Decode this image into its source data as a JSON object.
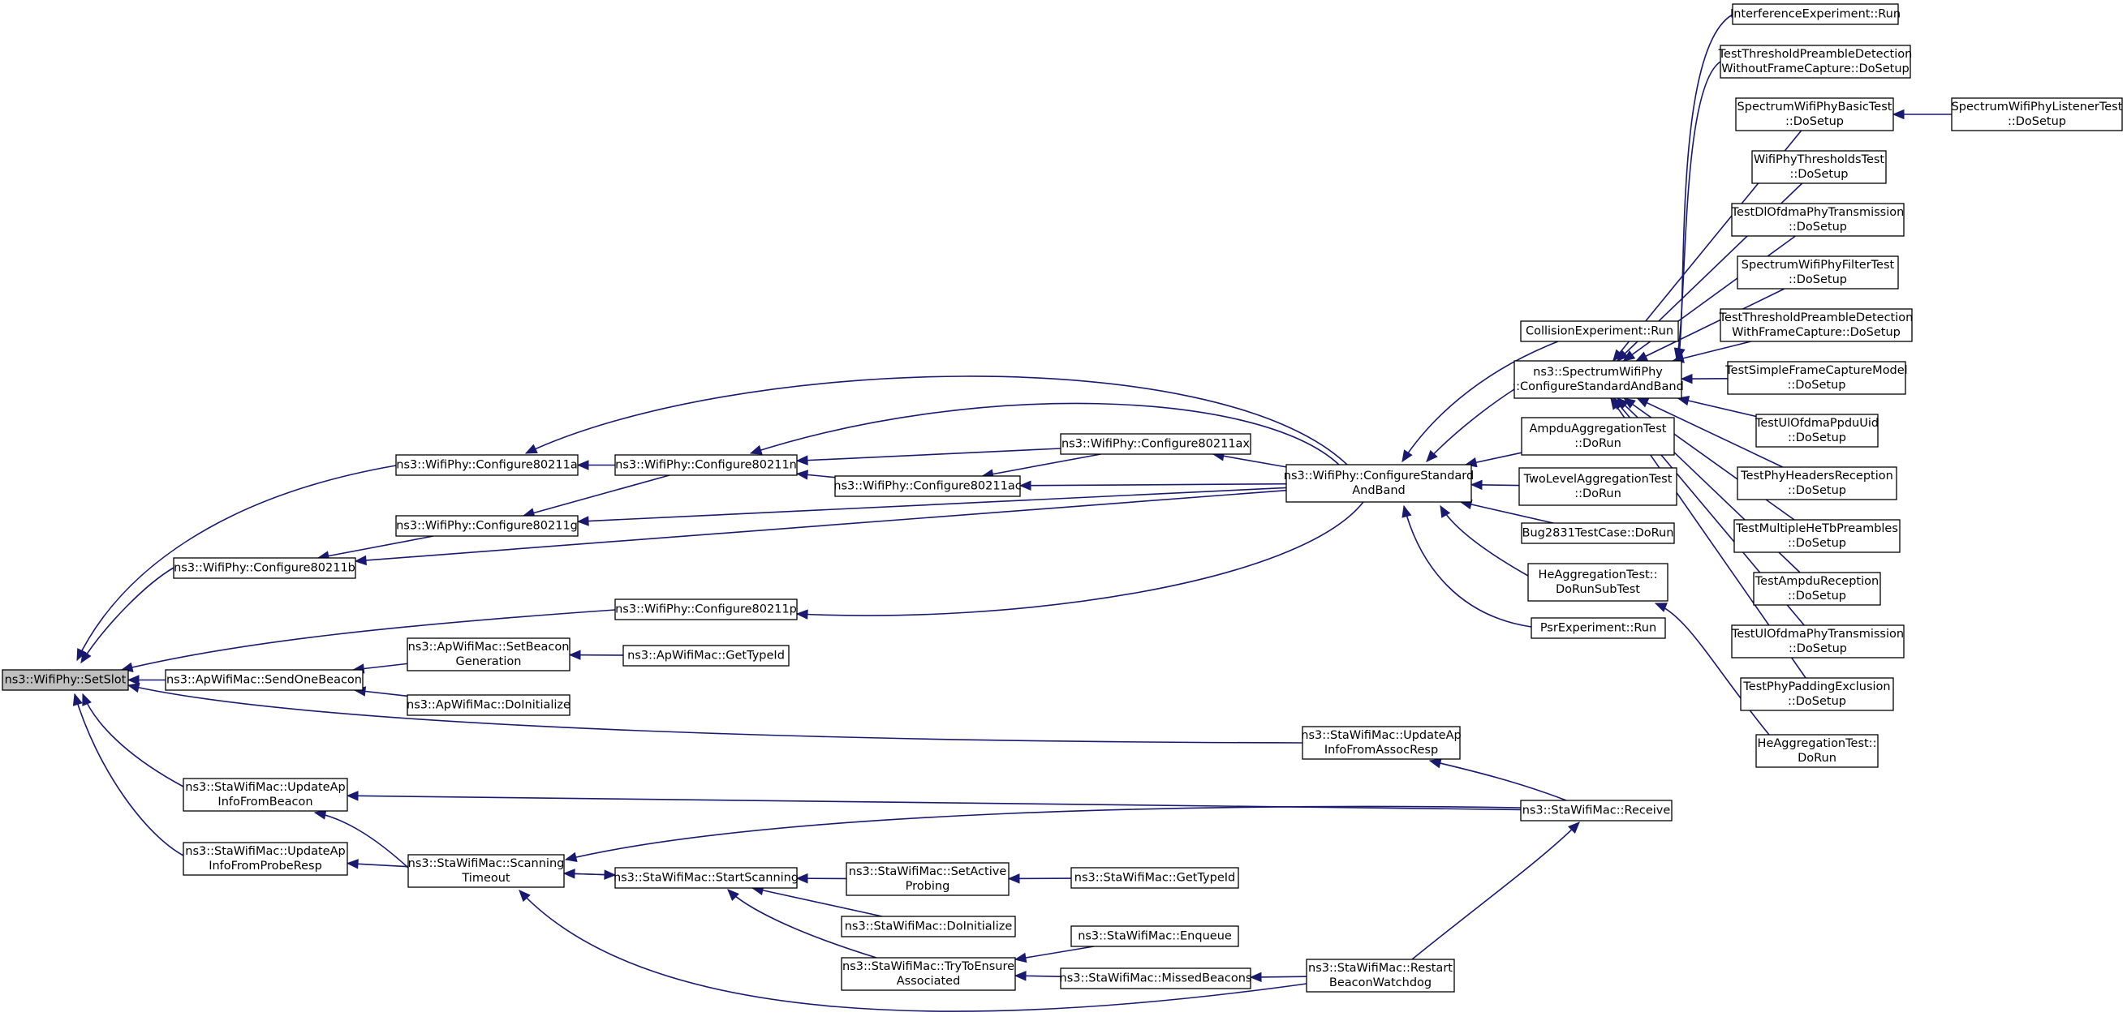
{
  "colors": {
    "edge": "#191970",
    "root_fill": "#bfbfbf",
    "node_fill": "#ffffff",
    "border": "#000000"
  },
  "nodes": [
    {
      "id": "setslot",
      "lines": [
        "ns3::WifiPhy::SetSlot"
      ],
      "root": true
    },
    {
      "id": "cfg_a",
      "lines": [
        "ns3::WifiPhy::Configure80211a"
      ]
    },
    {
      "id": "cfg_n",
      "lines": [
        "ns3::WifiPhy::Configure80211n"
      ]
    },
    {
      "id": "cfg_ax",
      "lines": [
        "ns3::WifiPhy::Configure80211ax"
      ]
    },
    {
      "id": "cfg_ac",
      "lines": [
        "ns3::WifiPhy::Configure80211ac"
      ]
    },
    {
      "id": "cfg_g",
      "lines": [
        "ns3::WifiPhy::Configure80211g"
      ]
    },
    {
      "id": "cfg_b",
      "lines": [
        "ns3::WifiPhy::Configure80211b"
      ]
    },
    {
      "id": "cfg_p",
      "lines": [
        "ns3::WifiPhy::Configure80211p"
      ]
    },
    {
      "id": "cfg_std",
      "lines": [
        "ns3::WifiPhy::ConfigureStandard",
        "AndBand"
      ]
    },
    {
      "id": "collision",
      "lines": [
        "CollisionExperiment::Run"
      ]
    },
    {
      "id": "spec_cfg",
      "lines": [
        "ns3::SpectrumWifiPhy",
        "::ConfigureStandardAndBand"
      ]
    },
    {
      "id": "ampdu_agg",
      "lines": [
        "AmpduAggregationTest",
        "::DoRun"
      ]
    },
    {
      "id": "two_level",
      "lines": [
        "TwoLevelAggregationTest",
        "::DoRun"
      ]
    },
    {
      "id": "bug2831",
      "lines": [
        "Bug2831TestCase::DoRun"
      ]
    },
    {
      "id": "he_sub",
      "lines": [
        "HeAggregationTest::",
        "DoRunSubTest"
      ]
    },
    {
      "id": "psr",
      "lines": [
        "PsrExperiment::Run"
      ]
    },
    {
      "id": "interf",
      "lines": [
        "InterferenceExperiment::Run"
      ]
    },
    {
      "id": "ttpd_wo",
      "lines": [
        "TestThresholdPreambleDetection",
        "WithoutFrameCapture::DoSetup"
      ]
    },
    {
      "id": "swpbt",
      "lines": [
        "SpectrumWifiPhyBasicTest",
        "::DoSetup"
      ]
    },
    {
      "id": "swplt",
      "lines": [
        "SpectrumWifiPhyListenerTest",
        "::DoSetup"
      ]
    },
    {
      "id": "wpth",
      "lines": [
        "WifiPhyThresholdsTest",
        "::DoSetup"
      ]
    },
    {
      "id": "tdlofdma",
      "lines": [
        "TestDlOfdmaPhyTransmission",
        "::DoSetup"
      ]
    },
    {
      "id": "swpft",
      "lines": [
        "SpectrumWifiPhyFilterTest",
        "::DoSetup"
      ]
    },
    {
      "id": "ttpd_w",
      "lines": [
        "TestThresholdPreambleDetection",
        "WithFrameCapture::DoSetup"
      ]
    },
    {
      "id": "tsfcm",
      "lines": [
        "TestSimpleFrameCaptureModel",
        "::DoSetup"
      ]
    },
    {
      "id": "tulppdu",
      "lines": [
        "TestUlOfdmaPpduUid",
        "::DoSetup"
      ]
    },
    {
      "id": "tphr",
      "lines": [
        "TestPhyHeadersReception",
        "::DoSetup"
      ]
    },
    {
      "id": "tmhtb",
      "lines": [
        "TestMultipleHeTbPreambles",
        "::DoSetup"
      ]
    },
    {
      "id": "tampdu",
      "lines": [
        "TestAmpduReception",
        "::DoSetup"
      ]
    },
    {
      "id": "tulofdma",
      "lines": [
        "TestUlOfdmaPhyTransmission",
        "::DoSetup"
      ]
    },
    {
      "id": "tppe",
      "lines": [
        "TestPhyPaddingExclusion",
        "::DoSetup"
      ]
    },
    {
      "id": "he_run",
      "lines": [
        "HeAggregationTest::",
        "DoRun"
      ]
    },
    {
      "id": "send_beacon",
      "lines": [
        "ns3::ApWifiMac::SendOneBeacon"
      ]
    },
    {
      "id": "set_beacon",
      "lines": [
        "ns3::ApWifiMac::SetBeacon",
        "Generation"
      ]
    },
    {
      "id": "ap_typeid",
      "lines": [
        "ns3::ApWifiMac::GetTypeId"
      ]
    },
    {
      "id": "ap_doinit",
      "lines": [
        "ns3::ApWifiMac::DoInitialize"
      ]
    },
    {
      "id": "upd_assoc",
      "lines": [
        "ns3::StaWifiMac::UpdateAp",
        "InfoFromAssocResp"
      ]
    },
    {
      "id": "upd_beacon",
      "lines": [
        "ns3::StaWifiMac::UpdateAp",
        "InfoFromBeacon"
      ]
    },
    {
      "id": "upd_probe",
      "lines": [
        "ns3::StaWifiMac::UpdateAp",
        "InfoFromProbeResp"
      ]
    },
    {
      "id": "receive",
      "lines": [
        "ns3::StaWifiMac::Receive"
      ]
    },
    {
      "id": "scan_to",
      "lines": [
        "ns3::StaWifiMac::Scanning",
        "Timeout"
      ]
    },
    {
      "id": "start_scan",
      "lines": [
        "ns3::StaWifiMac::StartScanning"
      ]
    },
    {
      "id": "set_active",
      "lines": [
        "ns3::StaWifiMac::SetActive",
        "Probing"
      ]
    },
    {
      "id": "sta_typeid",
      "lines": [
        "ns3::StaWifiMac::GetTypeId"
      ]
    },
    {
      "id": "sta_doinit",
      "lines": [
        "ns3::StaWifiMac::DoInitialize"
      ]
    },
    {
      "id": "try_assoc",
      "lines": [
        "ns3::StaWifiMac::TryToEnsure",
        "Associated"
      ]
    },
    {
      "id": "enqueue",
      "lines": [
        "ns3::StaWifiMac::Enqueue"
      ]
    },
    {
      "id": "missed",
      "lines": [
        "ns3::StaWifiMac::MissedBeacons"
      ]
    },
    {
      "id": "restart",
      "lines": [
        "ns3::StaWifiMac::Restart",
        "BeaconWatchdog"
      ]
    }
  ],
  "edges": [
    {
      "from": "cfg_a",
      "to": "setslot"
    },
    {
      "from": "cfg_b",
      "to": "setslot"
    },
    {
      "from": "cfg_p",
      "to": "setslot"
    },
    {
      "from": "send_beacon",
      "to": "setslot"
    },
    {
      "from": "upd_assoc",
      "to": "setslot"
    },
    {
      "from": "upd_beacon",
      "to": "setslot"
    },
    {
      "from": "upd_probe",
      "to": "setslot"
    },
    {
      "from": "cfg_n",
      "to": "cfg_a"
    },
    {
      "from": "cfg_std",
      "to": "cfg_a"
    },
    {
      "from": "cfg_g",
      "to": "cfg_b"
    },
    {
      "from": "cfg_std",
      "to": "cfg_b"
    },
    {
      "from": "cfg_n",
      "to": "cfg_g"
    },
    {
      "from": "cfg_std",
      "to": "cfg_g"
    },
    {
      "from": "cfg_std",
      "to": "cfg_p"
    },
    {
      "from": "cfg_ax",
      "to": "cfg_n"
    },
    {
      "from": "cfg_ac",
      "to": "cfg_n"
    },
    {
      "from": "cfg_std",
      "to": "cfg_n"
    },
    {
      "from": "cfg_ax",
      "to": "cfg_ac"
    },
    {
      "from": "cfg_std",
      "to": "cfg_ac"
    },
    {
      "from": "cfg_std",
      "to": "cfg_ax"
    },
    {
      "from": "collision",
      "to": "cfg_std"
    },
    {
      "from": "spec_cfg",
      "to": "cfg_std"
    },
    {
      "from": "ampdu_agg",
      "to": "cfg_std"
    },
    {
      "from": "two_level",
      "to": "cfg_std"
    },
    {
      "from": "bug2831",
      "to": "cfg_std"
    },
    {
      "from": "he_sub",
      "to": "cfg_std"
    },
    {
      "from": "psr",
      "to": "cfg_std"
    },
    {
      "from": "interf",
      "to": "spec_cfg"
    },
    {
      "from": "ttpd_wo",
      "to": "spec_cfg"
    },
    {
      "from": "swpbt",
      "to": "spec_cfg"
    },
    {
      "from": "wpth",
      "to": "spec_cfg"
    },
    {
      "from": "tdlofdma",
      "to": "spec_cfg"
    },
    {
      "from": "swpft",
      "to": "spec_cfg"
    },
    {
      "from": "ttpd_w",
      "to": "spec_cfg"
    },
    {
      "from": "tsfcm",
      "to": "spec_cfg"
    },
    {
      "from": "tulppdu",
      "to": "spec_cfg"
    },
    {
      "from": "tphr",
      "to": "spec_cfg"
    },
    {
      "from": "tmhtb",
      "to": "spec_cfg"
    },
    {
      "from": "tampdu",
      "to": "spec_cfg"
    },
    {
      "from": "tulofdma",
      "to": "spec_cfg"
    },
    {
      "from": "tppe",
      "to": "spec_cfg"
    },
    {
      "from": "swplt",
      "to": "swpbt"
    },
    {
      "from": "he_run",
      "to": "he_sub"
    },
    {
      "from": "set_beacon",
      "to": "send_beacon"
    },
    {
      "from": "ap_doinit",
      "to": "send_beacon"
    },
    {
      "from": "ap_typeid",
      "to": "set_beacon"
    },
    {
      "from": "receive",
      "to": "upd_assoc"
    },
    {
      "from": "restart",
      "to": "receive"
    },
    {
      "from": "receive",
      "to": "upd_beacon"
    },
    {
      "from": "scan_to",
      "to": "upd_beacon"
    },
    {
      "from": "scan_to",
      "to": "upd_probe"
    },
    {
      "from": "receive",
      "to": "scan_to"
    },
    {
      "from": "start_scan",
      "to": "scan_to"
    },
    {
      "from": "scan_to",
      "to": "start_scan"
    },
    {
      "from": "restart",
      "to": "scan_to"
    },
    {
      "from": "set_active",
      "to": "start_scan"
    },
    {
      "from": "sta_doinit",
      "to": "start_scan"
    },
    {
      "from": "try_assoc",
      "to": "start_scan"
    },
    {
      "from": "sta_typeid",
      "to": "set_active"
    },
    {
      "from": "enqueue",
      "to": "try_assoc"
    },
    {
      "from": "missed",
      "to": "try_assoc"
    },
    {
      "from": "restart",
      "to": "missed"
    }
  ]
}
